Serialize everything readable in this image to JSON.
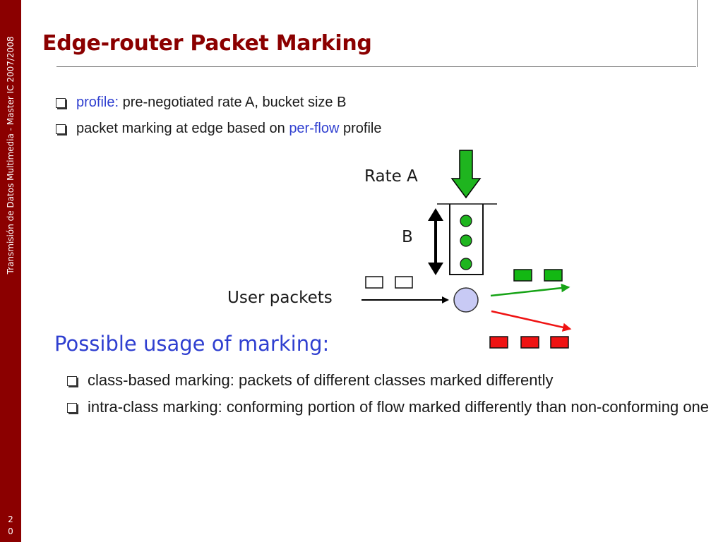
{
  "sidebar": {
    "text": "Transmisión de Datos Multimedia - Master IC 2007/2008",
    "page_number": "20"
  },
  "slide": {
    "title": "Edge-router Packet Marking"
  },
  "bullets": [
    {
      "prefix": "profile:",
      "text": " pre-negotiated rate A, bucket size B"
    },
    {
      "text_before": "packet marking at edge based on ",
      "highlight": "per-flow",
      "text_after": " profile"
    }
  ],
  "diagram": {
    "rate_label": "Rate A",
    "bucket_label": "B",
    "user_packets_label": "User packets",
    "colors": {
      "token": "#1fb51f",
      "arrow_green": "#16a316",
      "marked_green": "#13b813",
      "marked_red": "#ef1313",
      "router": "#c8caf5"
    }
  },
  "section": {
    "heading": "Possible usage of marking:",
    "items": [
      "class-based marking: packets of different classes marked differently",
      "intra-class marking: conforming portion of flow marked differently than non-conforming one"
    ]
  }
}
